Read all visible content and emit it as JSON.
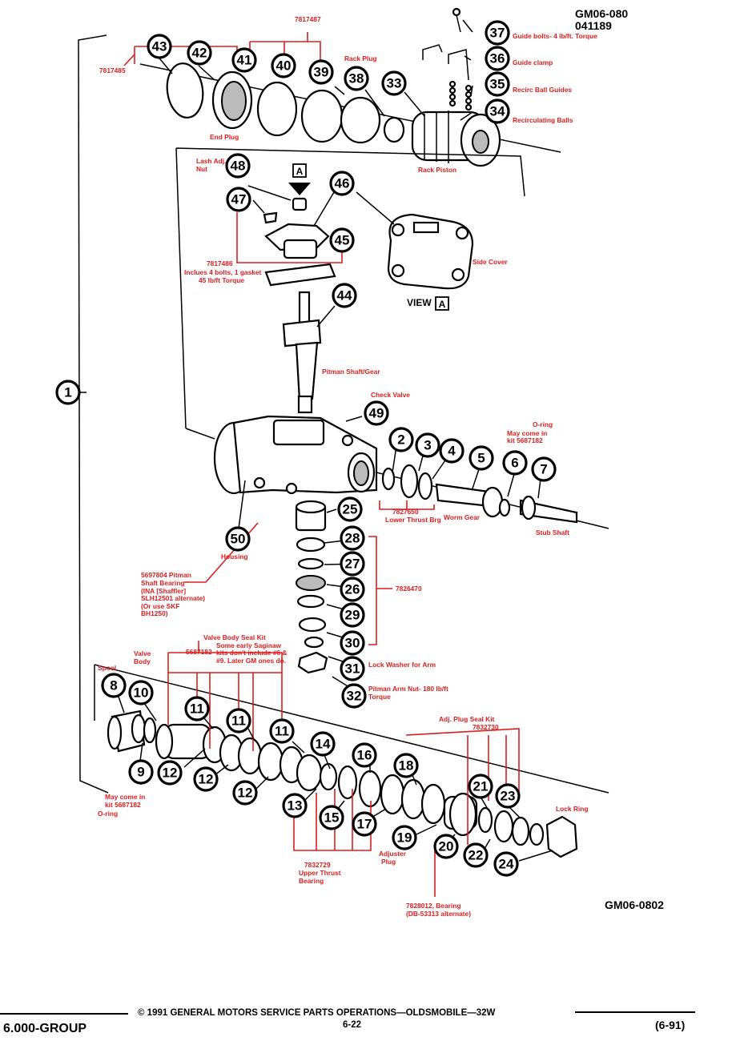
{
  "header": {
    "code": "GM06-080",
    "code2": "041189"
  },
  "figure_code": "GM06-0802",
  "footer": {
    "copyright": "©  1991  GENERAL MOTORS SERVICE PARTS OPERATIONS—OLDSMOBILE—32W",
    "page": "6-22",
    "group": "6.000-GROUP",
    "date": "(6-91)"
  },
  "view": {
    "label": "VIEW",
    "marker": "A"
  },
  "callouts": [
    "1",
    "2",
    "3",
    "4",
    "5",
    "6",
    "7",
    "8",
    "9",
    "10",
    "11",
    "12",
    "13",
    "14",
    "15",
    "16",
    "17",
    "18",
    "19",
    "20",
    "21",
    "22",
    "23",
    "24",
    "25",
    "26",
    "27",
    "28",
    "29",
    "30",
    "31",
    "32",
    "33",
    "34",
    "35",
    "36",
    "37",
    "38",
    "39",
    "40",
    "41",
    "42",
    "43",
    "44",
    "45",
    "46",
    "47",
    "48",
    "49",
    "50"
  ],
  "labels": {
    "kit_7817487": "7817487",
    "kit_7817485": "7817485",
    "end_plug": "End Plug",
    "rack_plug": "Rack Plug",
    "rack_piston": "Rack Piston",
    "guide_bolts": "Guide bolts- 4 lb/ft. Torque",
    "guide_clamp": "Guide clamp",
    "recirc_ball_guides": "Recirc Ball Guides",
    "recirculating_balls": "Recirculating Balls",
    "lash_adj_1": "Lash Adj.",
    "lash_adj_2": "Nut",
    "kit_7817486": "7817486",
    "side_cover_kit_1": "Inclues 4 bolts, 1 gasket",
    "side_cover_kit_2": "45 lb/ft Torque",
    "side_cover": "Side Cover",
    "pitman_shaft_gear": "Pitman Shaft/Gear",
    "check_valve": "Check Valve",
    "oring_top_1": "O-ring",
    "oring_top_2": "May come in",
    "oring_top_3": "kit 5687182",
    "kit_7827650": "7827650",
    "lower_thrust": "Lower Thrust Brg",
    "worm_gear": "Worm Gear",
    "stub_shaft": "Stub Shaft",
    "housing": "Housing",
    "pitman_bearing_1": "5697804 Pitman",
    "pitman_bearing_2": "Shaft Bearing",
    "pitman_bearing_3": "(INA [Shaffler]",
    "pitman_bearing_4": "SLH12501 alternate)",
    "pitman_bearing_5": "(Or use SKF",
    "pitman_bearing_6": "BH1250)",
    "kit_7826470": "7826470",
    "lock_washer": "Lock Washer for Arm",
    "pitman_nut_1": "Pitman Arm Nut- 180 lb/ft",
    "pitman_nut_2": "Torque",
    "vb_seal_1": "Valve Body Seal Kit",
    "vb_seal_2": "Some early Saginaw",
    "vb_seal_3": "kits don't include #6 &",
    "vb_seal_4": "#9. Later GM ones do.",
    "vb_seal_kit": "5687182",
    "valve_body_1": "Valve",
    "valve_body_2": "Body",
    "spool": "Spool",
    "oring_bottom_1": "May come in",
    "oring_bottom_2": "kit 5687182",
    "oring_bottom_3": "O-ring",
    "adj_plug_seal_1": "Adj. Plug Seal Kit",
    "adj_plug_seal_2": "7832730",
    "lock_ring": "Lock Ring",
    "kit_7832729": "7832729",
    "upper_thrust_1": "Upper Thrust",
    "upper_thrust_2": "Bearing",
    "adjuster_plug_1": "Adjuster",
    "adjuster_plug_2": "Plug",
    "bearing_7828012_1": "7828012, Bearing",
    "bearing_7828012_2": "(DB-53313 alternate)"
  }
}
